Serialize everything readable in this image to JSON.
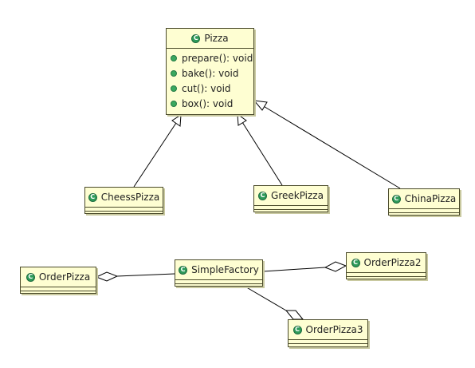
{
  "diagram": {
    "classes": {
      "pizza": {
        "name": "Pizza",
        "operations": [
          "prepare(): void",
          "bake(): void",
          "cut(): void",
          "box(): void"
        ]
      },
      "cheess_pizza": {
        "name": "CheessPizza"
      },
      "greek_pizza": {
        "name": "GreekPizza"
      },
      "china_pizza": {
        "name": "ChinaPizza"
      },
      "order_pizza": {
        "name": "OrderPizza"
      },
      "simple_factory": {
        "name": "SimpleFactory"
      },
      "order_pizza2": {
        "name": "OrderPizza2"
      },
      "order_pizza3": {
        "name": "OrderPizza3"
      }
    },
    "relations": [
      {
        "type": "generalization",
        "from": "CheessPizza",
        "to": "Pizza"
      },
      {
        "type": "generalization",
        "from": "GreekPizza",
        "to": "Pizza"
      },
      {
        "type": "generalization",
        "from": "ChinaPizza",
        "to": "Pizza"
      },
      {
        "type": "aggregation",
        "whole": "OrderPizza",
        "part": "SimpleFactory"
      },
      {
        "type": "aggregation",
        "whole": "OrderPizza2",
        "part": "SimpleFactory"
      },
      {
        "type": "aggregation",
        "whole": "OrderPizza3",
        "part": "SimpleFactory"
      }
    ],
    "colors": {
      "class_fill": "#fefed2",
      "class_border": "#4a4a2a",
      "class_icon": "#2e9b5a",
      "method_icon": "#3aa85f"
    },
    "icons": {
      "class": "class-c-icon",
      "method": "public-method-icon"
    }
  }
}
